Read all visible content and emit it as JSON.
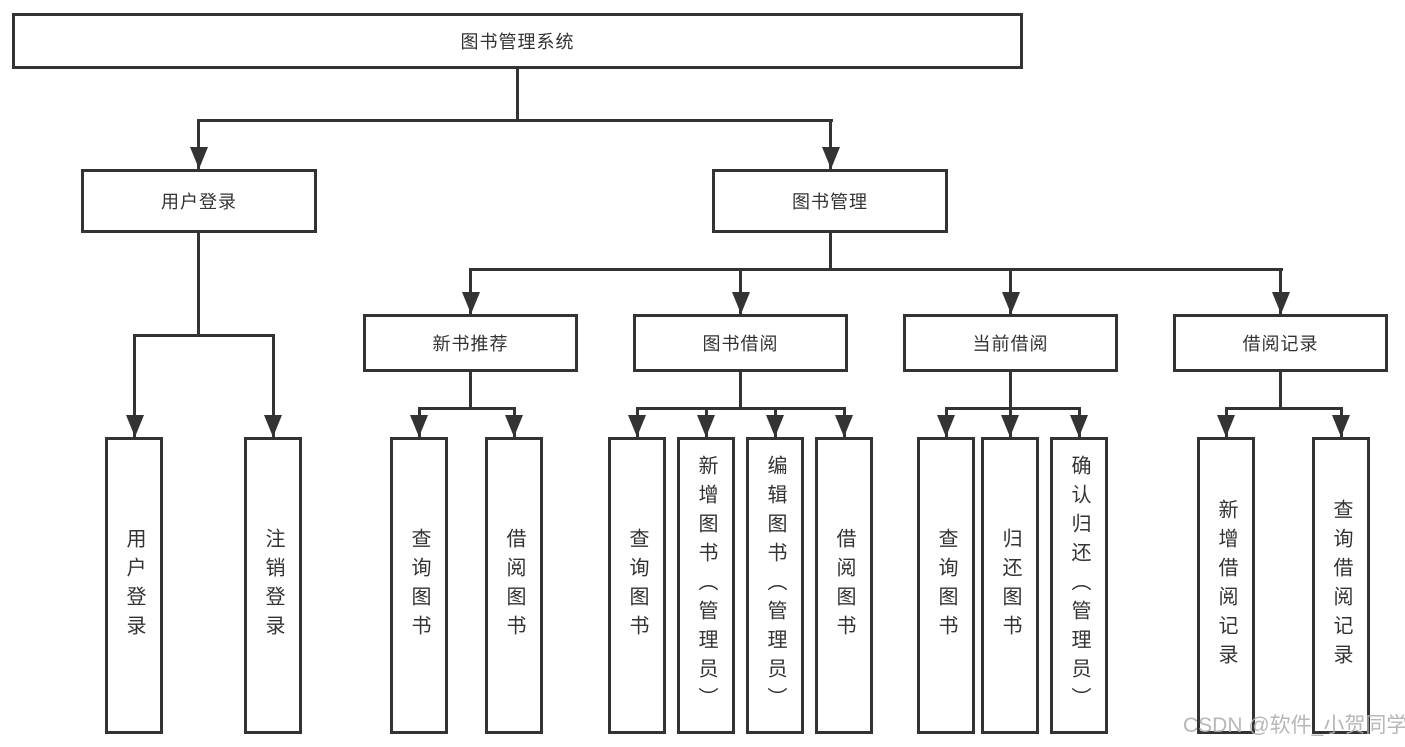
{
  "diagram": {
    "root": {
      "label": "图书管理系统"
    },
    "branches": [
      {
        "label": "用户登录",
        "children": [
          {
            "label": "用户登录"
          },
          {
            "label": "注销登录"
          }
        ]
      },
      {
        "label": "图书管理",
        "children": [
          {
            "label": "新书推荐",
            "children": [
              {
                "label": "查询图书"
              },
              {
                "label": "借阅图书"
              }
            ]
          },
          {
            "label": "图书借阅",
            "children": [
              {
                "label": "查询图书"
              },
              {
                "label": "新增图书（管理员）"
              },
              {
                "label": "编辑图书（管理员）"
              },
              {
                "label": "借阅图书"
              }
            ]
          },
          {
            "label": "当前借阅",
            "children": [
              {
                "label": "查询图书"
              },
              {
                "label": "归还图书"
              },
              {
                "label": "确认归还（管理员）"
              }
            ]
          },
          {
            "label": "借阅记录",
            "children": [
              {
                "label": "新增借阅记录"
              },
              {
                "label": "查询借阅记录"
              }
            ]
          }
        ]
      }
    ]
  },
  "watermark": {
    "text": "CSDN @软件_小贺同学"
  },
  "colors": {
    "line": "#333333",
    "text": "#333333",
    "watermark": "#afafaf",
    "background": "#ffffff"
  }
}
